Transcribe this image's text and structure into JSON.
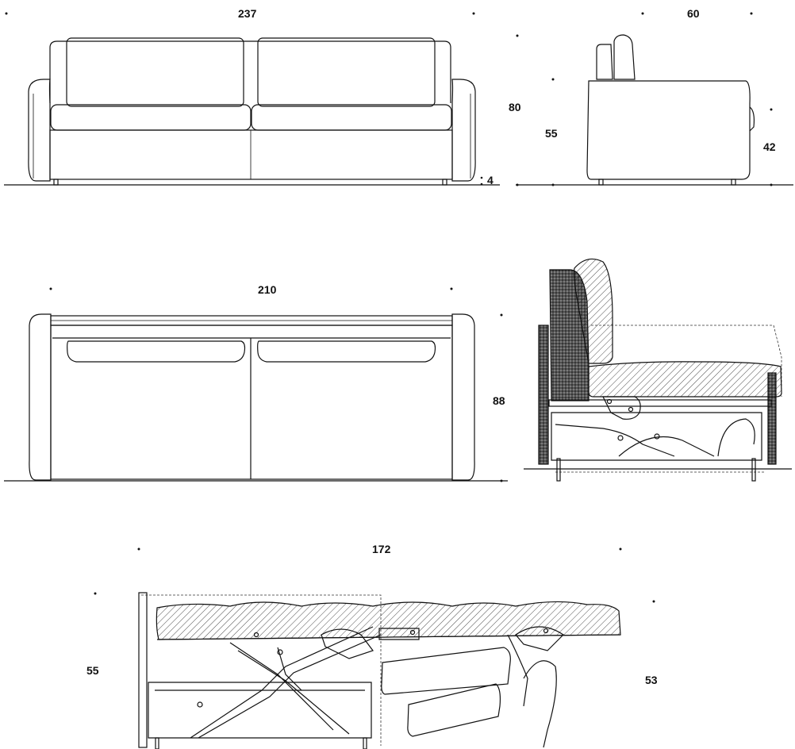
{
  "dimensions": {
    "front_width": "237",
    "side_depth": "60",
    "total_height": "80",
    "seat_height": "55",
    "arm_height": "42",
    "foot_height": "4",
    "base_width": "210",
    "bed_height": "88",
    "bed_length": "172",
    "mattress_left": "55",
    "mattress_right": "53"
  }
}
